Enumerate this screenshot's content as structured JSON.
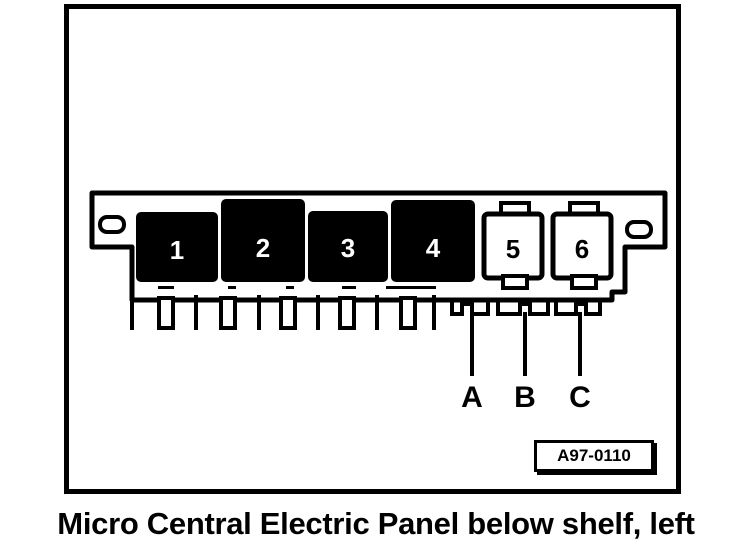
{
  "diagram": {
    "relays": [
      {
        "label": "1",
        "style": "filled"
      },
      {
        "label": "2",
        "style": "filled"
      },
      {
        "label": "3",
        "style": "filled"
      },
      {
        "label": "4",
        "style": "filled"
      },
      {
        "label": "5",
        "style": "outline"
      },
      {
        "label": "6",
        "style": "outline"
      }
    ],
    "callouts": [
      "A",
      "B",
      "C"
    ],
    "reference_code": "A97-0110"
  },
  "caption": "Micro Central Electric Panel below shelf, left",
  "colors": {
    "ink": "#000000",
    "paper": "#ffffff"
  }
}
